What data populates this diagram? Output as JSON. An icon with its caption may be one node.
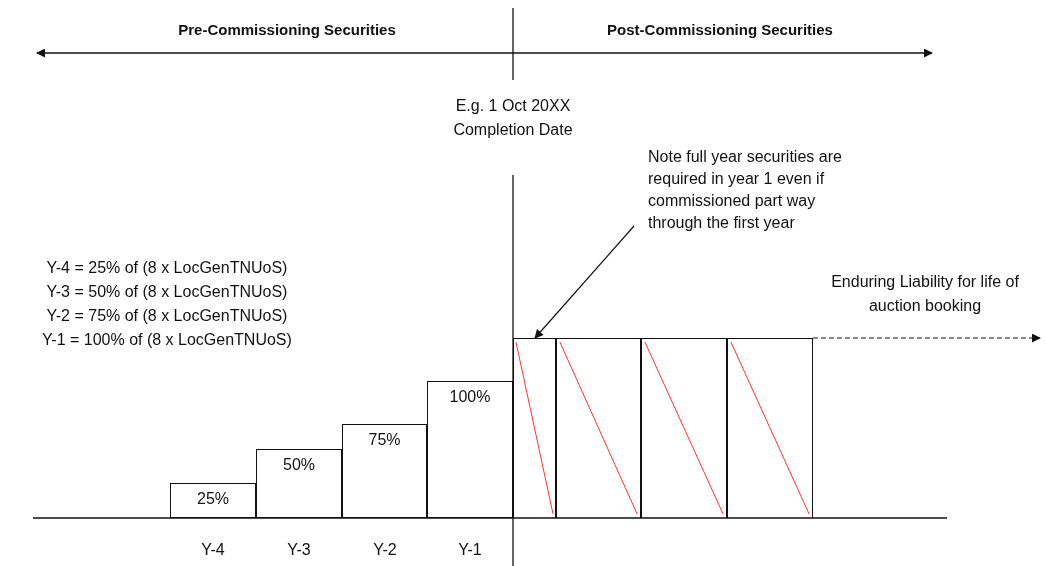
{
  "diagram": {
    "nodes": [
      {
        "text": [
          "Note full year securities are required in year 1 even if commissioned part way through the first year"
        ]
      },
      {
        "text": [
          "25%"
        ]
      },
      {
        "text": [
          "50%"
        ]
      },
      {
        "text": [
          "75%"
        ]
      },
      {
        "text": [
          "100%"
        ]
      },
      {
        "text": [],
        "shape": "box"
      },
      {
        "text": [],
        "shape": "box"
      },
      {
        "text": [],
        "shape": "box"
      },
      {
        "text": [],
        "shape": "box"
      }
    ],
    "edges": [
      {
        "from": 0,
        "to": 5,
        "arrow": "to"
      },
      {
        "from": 8,
        "to": null,
        "arrow": "to",
        "style": "dashed"
      }
    ],
    "labels": [
      "Pre-Commissioning Securities",
      "Post-Commissioning Securities",
      "E.g. 1 Oct 20XX Completion Date",
      "Y-4 = 25% of (8 x LocGenTNUoS)",
      "Y-3 = 50% of (8 x LocGenTNUoS)",
      "Y-2 = 75% of (8 x LocGenTNUoS)",
      "Y-1 = 100% of (8 x LocGenTNUoS)",
      "Enduring Liability for life of auction booking",
      "Y-4",
      "Y-3",
      "Y-2",
      "Y-1"
    ]
  }
}
